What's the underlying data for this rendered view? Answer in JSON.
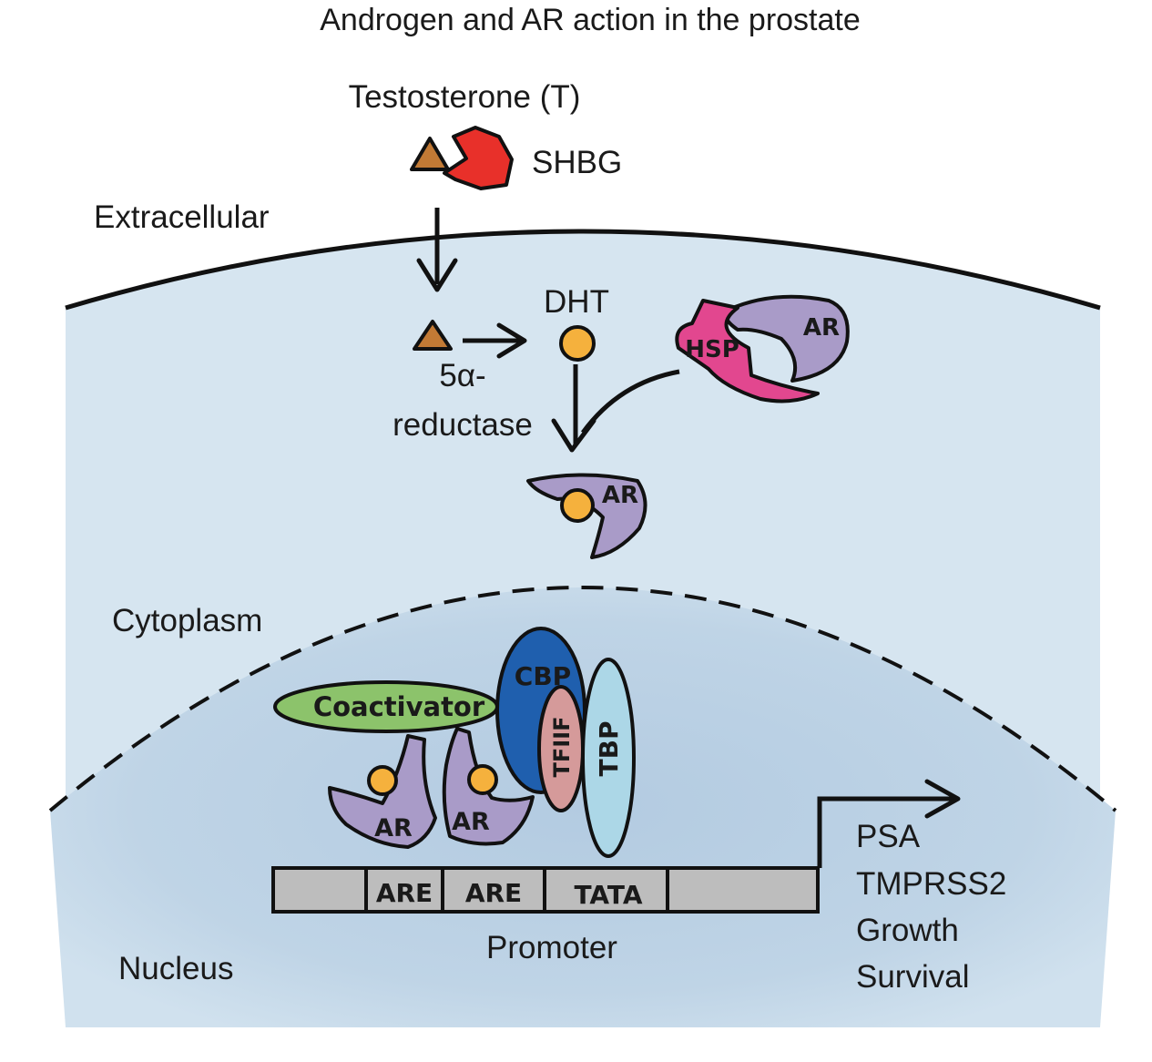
{
  "title": "Androgen and AR action in the prostate",
  "labels": {
    "testosterone": "Testosterone (T)",
    "shbg": "SHBG",
    "extracellular": "Extracellular",
    "dht": "DHT",
    "reductase_line1": "5α-",
    "reductase_line2": "reductase",
    "hsp": "HSP",
    "ar": "AR",
    "cytoplasm": "Cytoplasm",
    "nucleus": "Nucleus",
    "coactivator": "Coactivator",
    "cbp": "CBP",
    "tfiif": "TFIIF",
    "tbp": "TBP",
    "promoter": "Promoter",
    "are1": "ARE",
    "are2": "ARE",
    "tata": "TATA"
  },
  "targets": [
    "PSA",
    "TMPRSS2",
    "Growth",
    "Survival"
  ],
  "colors": {
    "cell": "#d6e5f0",
    "nucleus": "#b7cee3",
    "ar": "#a99bc8",
    "hsp": "#e2478f",
    "shbg": "#e8302a",
    "ligand": "#f5b13d",
    "testosterone": "#c27a35",
    "coactivator": "#8cc36b",
    "cbp": "#1f5fae",
    "tfiif": "#d59a9a",
    "tbp": "#acd7e7",
    "dna": "#bdbdbd"
  }
}
